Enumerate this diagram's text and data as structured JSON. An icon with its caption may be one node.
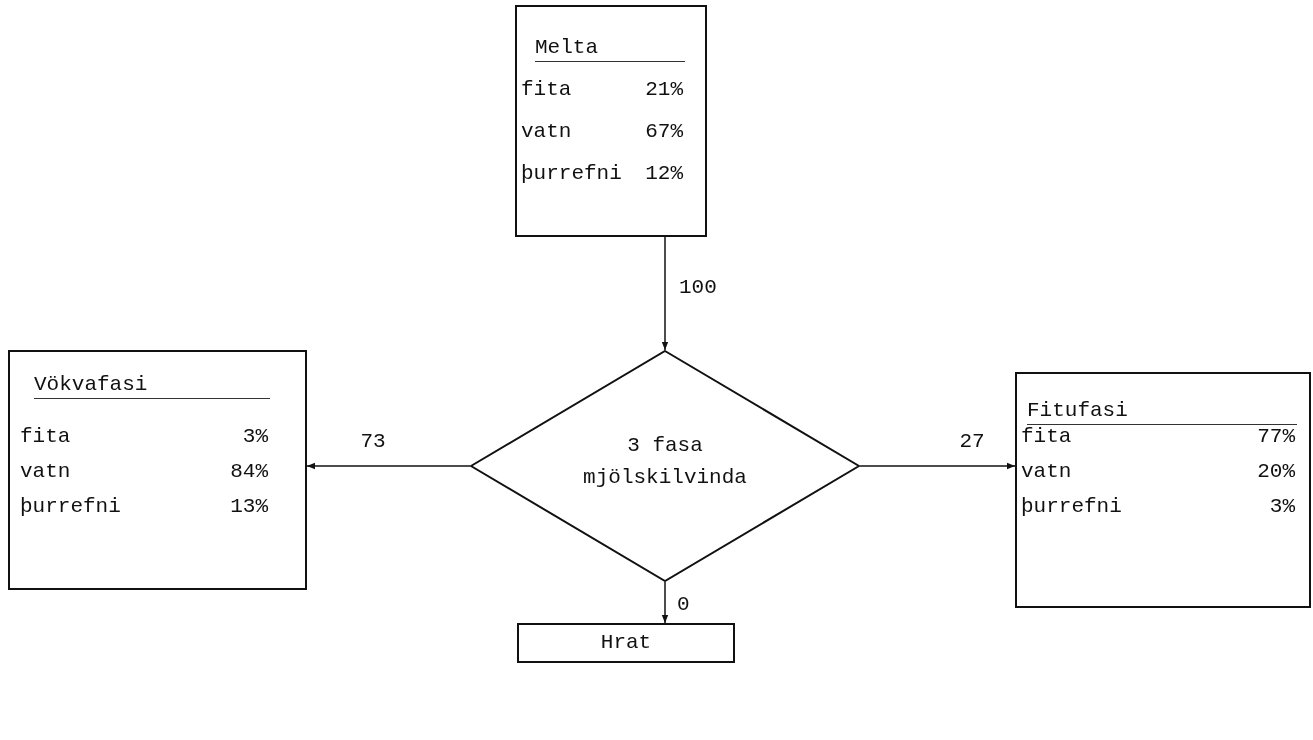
{
  "diagram": {
    "nodes": [
      {
        "text": [
          "Melta",
          "fita",
          "21%",
          "vatn",
          "67%",
          "þurrefni",
          "12%"
        ]
      },
      {
        "text": [
          "3 fasa mjölskilvinda"
        ]
      },
      {
        "text": [
          "Vökvafasi",
          "fita",
          "3%",
          "vatn",
          "84%",
          "þurrefni",
          "13%"
        ]
      },
      {
        "text": [
          "Fitufasi",
          "fita",
          "77%",
          "vatn",
          "20%",
          "þurrefni",
          "3%"
        ]
      },
      {
        "text": [
          "Hrat"
        ]
      }
    ],
    "edges": [
      {
        "from": 0,
        "to": 1,
        "arrow": "to",
        "label": "100"
      },
      {
        "from": 1,
        "to": 2,
        "arrow": "to",
        "label": "73"
      },
      {
        "from": 1,
        "to": 3,
        "arrow": "to",
        "label": "27"
      },
      {
        "from": 1,
        "to": 4,
        "arrow": "to",
        "label": "0"
      }
    ]
  }
}
